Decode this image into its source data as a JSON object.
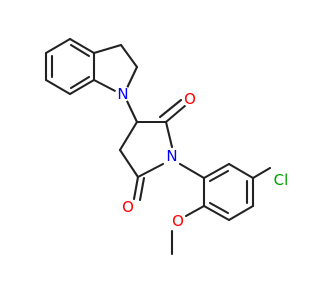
{
  "molecule": {
    "atoms": [
      {
        "id": "N_indoline",
        "text": "N",
        "color": "#0000ff"
      },
      {
        "id": "O_upper",
        "text": "O",
        "color": "#ff0000"
      },
      {
        "id": "N_imide",
        "text": "N",
        "color": "#0000ff"
      },
      {
        "id": "O_lower",
        "text": "O",
        "color": "#ff0000"
      },
      {
        "id": "Cl",
        "text": "Cl",
        "color": "#00a000"
      },
      {
        "id": "O_methoxy",
        "text": "O",
        "color": "#ff0000"
      }
    ],
    "bond_color": "#222222"
  }
}
